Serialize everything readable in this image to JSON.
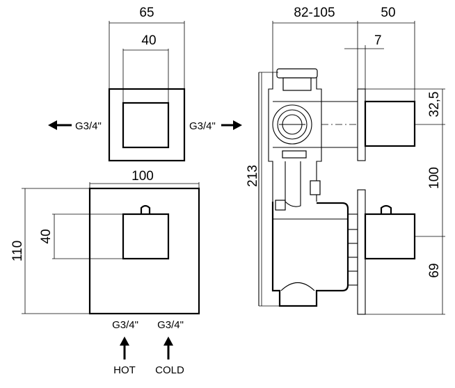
{
  "dimensions": {
    "top_width_outer": "65",
    "top_width_inner": "40",
    "front_width": "100",
    "front_height": "110",
    "front_inner_height": "40",
    "side_depth": "82-105",
    "side_plate": "50",
    "side_offset": "7",
    "side_total_height": "213",
    "side_upper": "32,5",
    "side_spacing": "100",
    "side_lower": "69"
  },
  "labels": {
    "thread_left": "G3/4\"",
    "thread_right": "G3/4\"",
    "thread_hot": "G3/4\"",
    "thread_cold": "G3/4\"",
    "hot": "HOT",
    "cold": "COLD"
  }
}
